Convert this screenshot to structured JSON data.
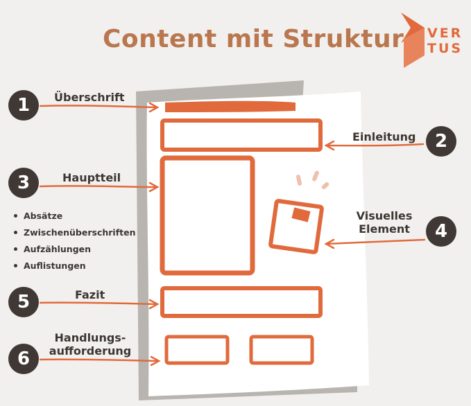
{
  "title": "Content mit Struktur",
  "logo": {
    "line1": "VER",
    "line2": "TUS",
    "color": "#e06a3c"
  },
  "colors": {
    "accent": "#e06a3c",
    "title": "#b9774f",
    "badge": "#3f3834",
    "paper": "#ffffff",
    "shadow": "#b8b4b0"
  },
  "steps": [
    {
      "number": "1",
      "label": "Überschrift"
    },
    {
      "number": "2",
      "label": "Einleitung"
    },
    {
      "number": "3",
      "label": "Hauptteil"
    },
    {
      "number": "4",
      "label_line1": "Visuelles",
      "label_line2": "Element"
    },
    {
      "number": "5",
      "label": "Fazit"
    },
    {
      "number": "6",
      "label_line1": "Handlungs-",
      "label_line2": "aufforderung"
    }
  ],
  "main_bullets": [
    "Absätze",
    "Zwischenüberschriften",
    "Aufzählungen",
    "Auflistungen"
  ]
}
